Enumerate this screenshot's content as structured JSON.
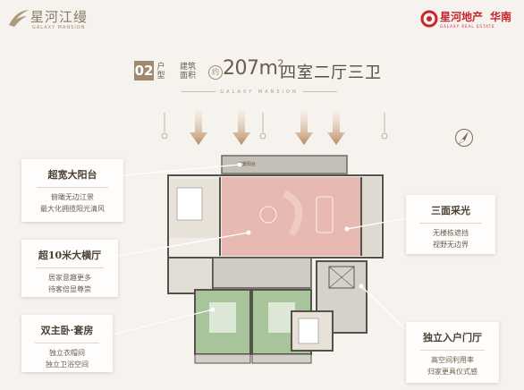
{
  "header": {
    "brand_left": "星河江缦",
    "brand_left_sub": "GALAXY MANSION",
    "brand_right": "星河地产",
    "brand_right_region": "华南",
    "brand_right_sub": "GALAXY REAL ESTATE"
  },
  "title": {
    "unit_number": "02",
    "unit_word_1": "户",
    "unit_word_2": "型",
    "area_word_1": "建筑",
    "area_word_2": "面积",
    "approx": "约",
    "area_value": "207m",
    "area_sup": "2",
    "layout": "四室二厅三卫",
    "subtitle": "GALAXY MANSION"
  },
  "plan_labels": {
    "balcony": "宽景阳台"
  },
  "callouts": [
    {
      "id": "balcony",
      "title": "超宽大阳台",
      "lines": [
        "俯瞰无边江景",
        "最大化拥揽阳光清风"
      ]
    },
    {
      "id": "living",
      "title": "超10米大横厅",
      "lines": [
        "居家意趣更多",
        "待客倍显尊崇"
      ]
    },
    {
      "id": "suite",
      "title": "双主卧·套房",
      "lines": [
        "独立衣帽间",
        "独立卫浴空间"
      ]
    },
    {
      "id": "light",
      "title": "三面采光",
      "lines": [
        "无楼栋遮挡",
        "视野无边界"
      ]
    },
    {
      "id": "entry",
      "title": "独立入户门厅",
      "lines": [
        "高空间利用率",
        "归家更具仪式感"
      ]
    }
  ],
  "colors": {
    "living_highlight": "#e8b8b2",
    "suite_highlight": "#a8c49a",
    "accent": "#a08a6e",
    "brand_red": "#c8242c"
  },
  "icons": [
    "sun-arrow-icon",
    "compass-icon",
    "wing-logo-icon",
    "galaxy-logo-icon"
  ]
}
